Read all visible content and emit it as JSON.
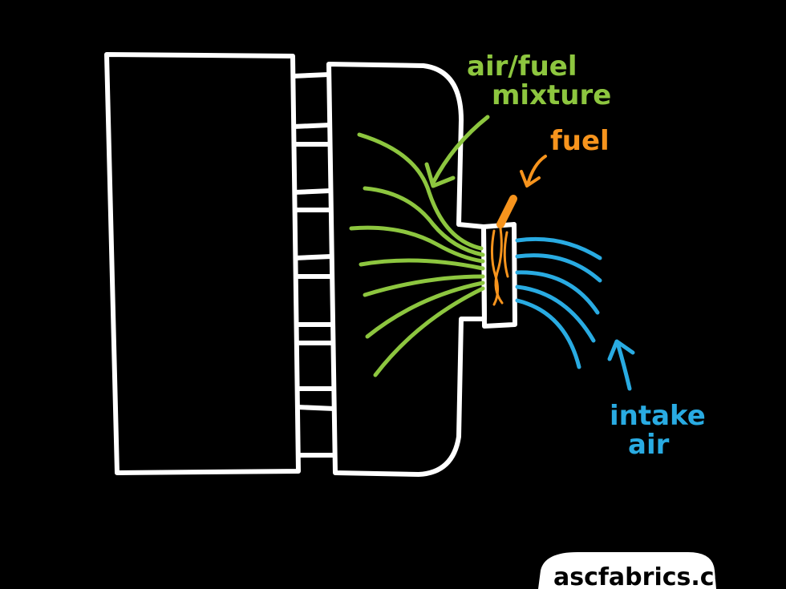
{
  "labels": {
    "mixture_line1": "air/fuel",
    "mixture_line2": "mixture",
    "fuel": "fuel",
    "intake_line1": "intake",
    "intake_line2": "air"
  },
  "watermark": "ascfabrics.com",
  "colors": {
    "background": "#000000",
    "outline": "#ffffff",
    "mixture": "#8dc63f",
    "fuel": "#f7941d",
    "intake": "#29abe2"
  }
}
